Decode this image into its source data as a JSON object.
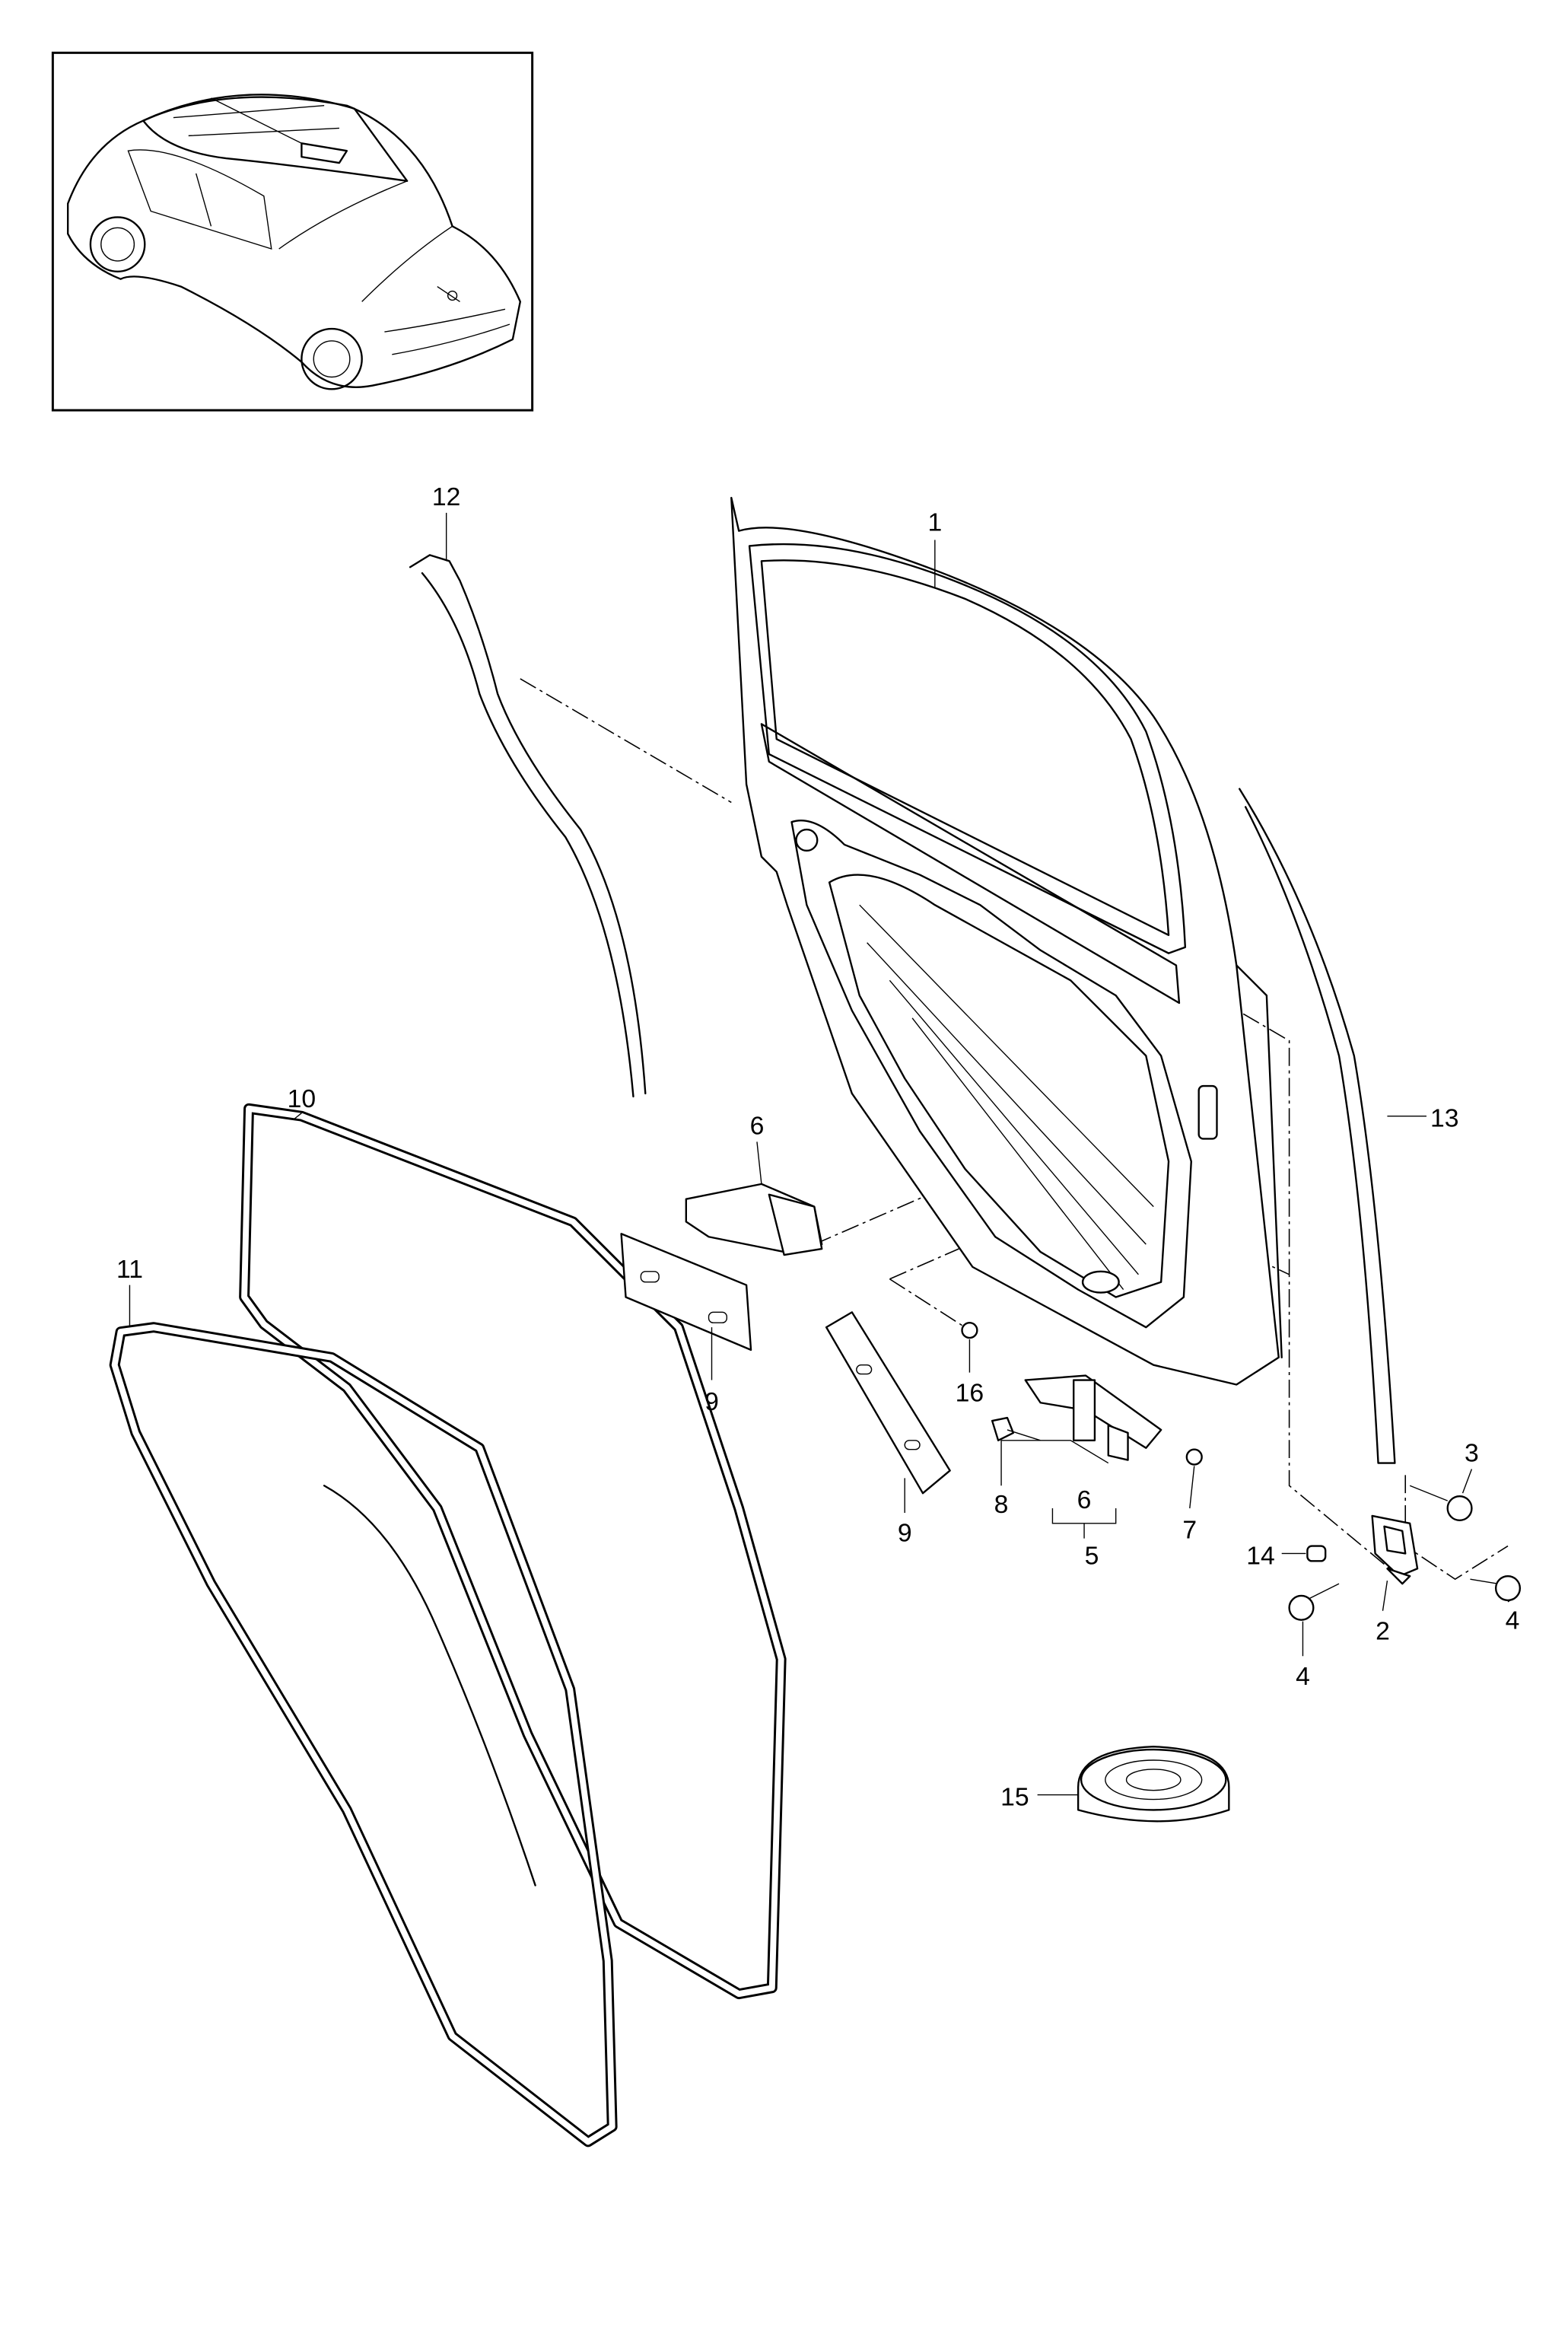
{
  "diagram": {
    "callouts": [
      "1",
      "2",
      "3",
      "4",
      "4",
      "5",
      "6",
      "6",
      "7",
      "8",
      "9",
      "9",
      "10",
      "11",
      "12",
      "13",
      "14",
      "15",
      "16"
    ]
  }
}
